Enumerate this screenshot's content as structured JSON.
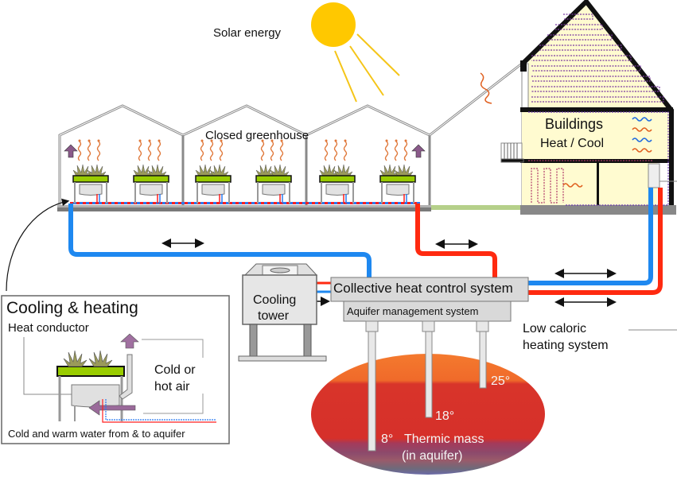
{
  "title": "Closed greenhouse heat / cold storage system",
  "labels": {
    "solar_energy": "Solar energy",
    "closed_greenhouse": "Closed greenhouse",
    "buildings_line1": "Buildings",
    "buildings_line2": "Heat / Cool",
    "collective_heat_control": "Collective heat control system",
    "aquifer_management": "Aquifer management system",
    "cooling_tower_line1": "Cooling",
    "cooling_tower_line2": "tower",
    "low_caloric_line1": "Low caloric",
    "low_caloric_line2": "heating system",
    "inset_title": "Cooling & heating",
    "heat_conductor": "Heat conductor",
    "cold_hot_air_line1": "Cold or",
    "cold_hot_air_line2": "hot air",
    "water_aquifer": "Cold and warm water from & to aquifer",
    "temp_25": "25°",
    "temp_18": "18°",
    "temp_8": "8°",
    "thermic_mass_line1": "Thermic mass",
    "thermic_mass_line2": "(in aquifer)"
  },
  "colors": {
    "cold_pipe": "#1e88f0",
    "warm_pipe": "#ff2a10",
    "sun": "#ffc800",
    "plant_bed": "#99cc00",
    "building_fill": "#fffbd0",
    "control_box": "#d9d9d9",
    "aquifer_top": "#f26a2a",
    "aquifer_mid": "#d63028",
    "aquifer_low": "#8a3a6a",
    "aquifer_bottom": "#7a6a8a"
  },
  "aquifer_temperatures": [
    "25°",
    "18°",
    "8°"
  ]
}
